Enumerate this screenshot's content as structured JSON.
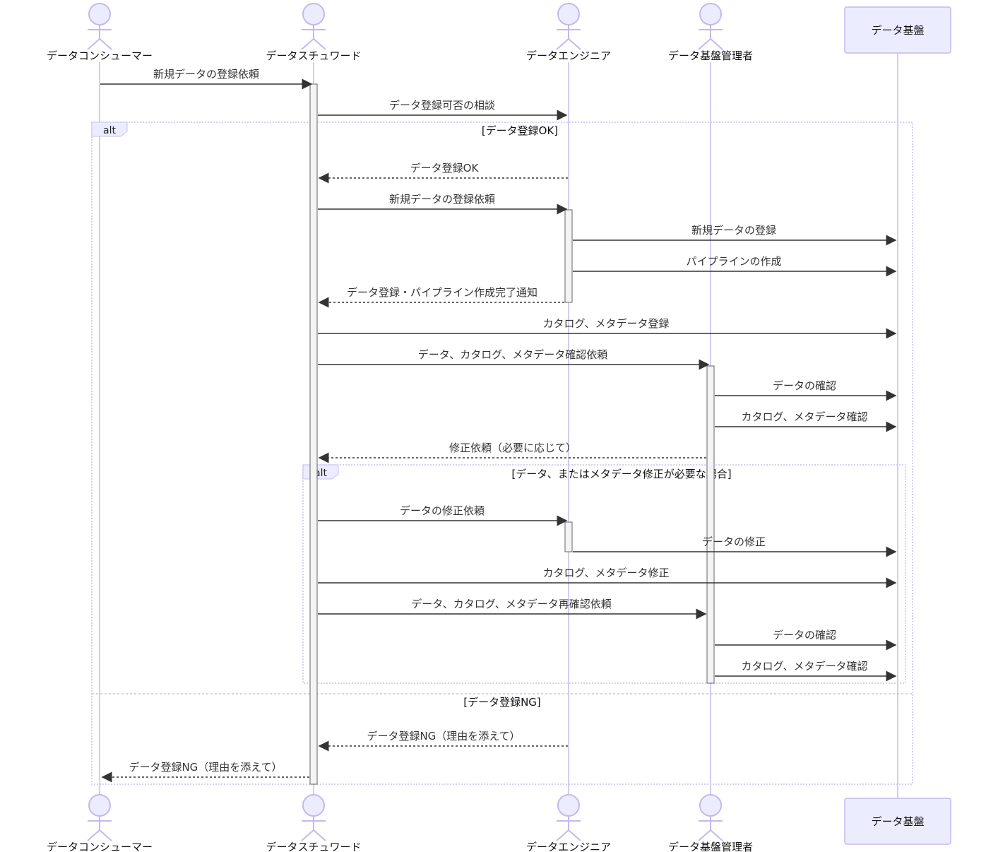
{
  "colors": {
    "actor_fill": "#ECECFF",
    "actor_stroke": "#9370DB",
    "lifeline": "#D6CCF0",
    "arrow": "#333333",
    "activation_fill": "#F4F4F4",
    "activation_stroke": "#666666",
    "frame_stroke": "#C8C0EE",
    "text": "#333333"
  },
  "participants": [
    {
      "id": "consumer",
      "label": "データコンシューマー",
      "kind": "actor"
    },
    {
      "id": "steward",
      "label": "データスチュワード",
      "kind": "actor"
    },
    {
      "id": "engineer",
      "label": "データエンジニア",
      "kind": "actor"
    },
    {
      "id": "admin",
      "label": "データ基盤管理者",
      "kind": "actor"
    },
    {
      "id": "platform",
      "label": "データ基盤",
      "kind": "box"
    }
  ],
  "messages": [
    {
      "from": "consumer",
      "to": "steward",
      "text": "新規データの登録依頼",
      "style": "solid"
    },
    {
      "from": "steward",
      "to": "engineer",
      "text": "データ登録可否の相談",
      "style": "solid"
    },
    {
      "from": "engineer",
      "to": "steward",
      "text": "データ登録OK",
      "style": "dashed"
    },
    {
      "from": "steward",
      "to": "engineer",
      "text": "新規データの登録依頼",
      "style": "solid"
    },
    {
      "from": "engineer",
      "to": "platform",
      "text": "新規データの登録",
      "style": "solid"
    },
    {
      "from": "engineer",
      "to": "platform",
      "text": "パイプラインの作成",
      "style": "solid"
    },
    {
      "from": "engineer",
      "to": "steward",
      "text": "データ登録・パイプライン作成完了通知",
      "style": "dashed"
    },
    {
      "from": "steward",
      "to": "platform",
      "text": "カタログ、メタデータ登録",
      "style": "solid"
    },
    {
      "from": "steward",
      "to": "admin",
      "text": "データ、カタログ、メタデータ確認依頼",
      "style": "solid"
    },
    {
      "from": "admin",
      "to": "platform",
      "text": "データの確認",
      "style": "solid"
    },
    {
      "from": "admin",
      "to": "platform",
      "text": "カタログ、メタデータ確認",
      "style": "solid"
    },
    {
      "from": "admin",
      "to": "steward",
      "text": "修正依頼（必要に応じて）",
      "style": "dashed"
    },
    {
      "from": "steward",
      "to": "engineer",
      "text": "データの修正依頼",
      "style": "solid"
    },
    {
      "from": "engineer",
      "to": "platform",
      "text": "データの修正",
      "style": "solid"
    },
    {
      "from": "steward",
      "to": "platform",
      "text": "カタログ、メタデータ修正",
      "style": "solid"
    },
    {
      "from": "steward",
      "to": "admin",
      "text": "データ、カタログ、メタデータ再確認依頼",
      "style": "solid"
    },
    {
      "from": "admin",
      "to": "platform",
      "text": "データの確認",
      "style": "solid"
    },
    {
      "from": "admin",
      "to": "platform",
      "text": "カタログ、メタデータ確認",
      "style": "solid"
    },
    {
      "from": "engineer",
      "to": "steward",
      "text": "データ登録NG（理由を添えて）",
      "style": "dashed"
    },
    {
      "from": "steward",
      "to": "consumer",
      "text": "データ登録NG（理由を添えて）",
      "style": "dashed"
    }
  ],
  "fragments": [
    {
      "keyword": "alt",
      "condition": "[データ登録OK]",
      "else_condition": "[データ登録NG]"
    },
    {
      "keyword": "alt",
      "condition": "[データ、またはメタデータ修正が必要な場合]"
    }
  ]
}
